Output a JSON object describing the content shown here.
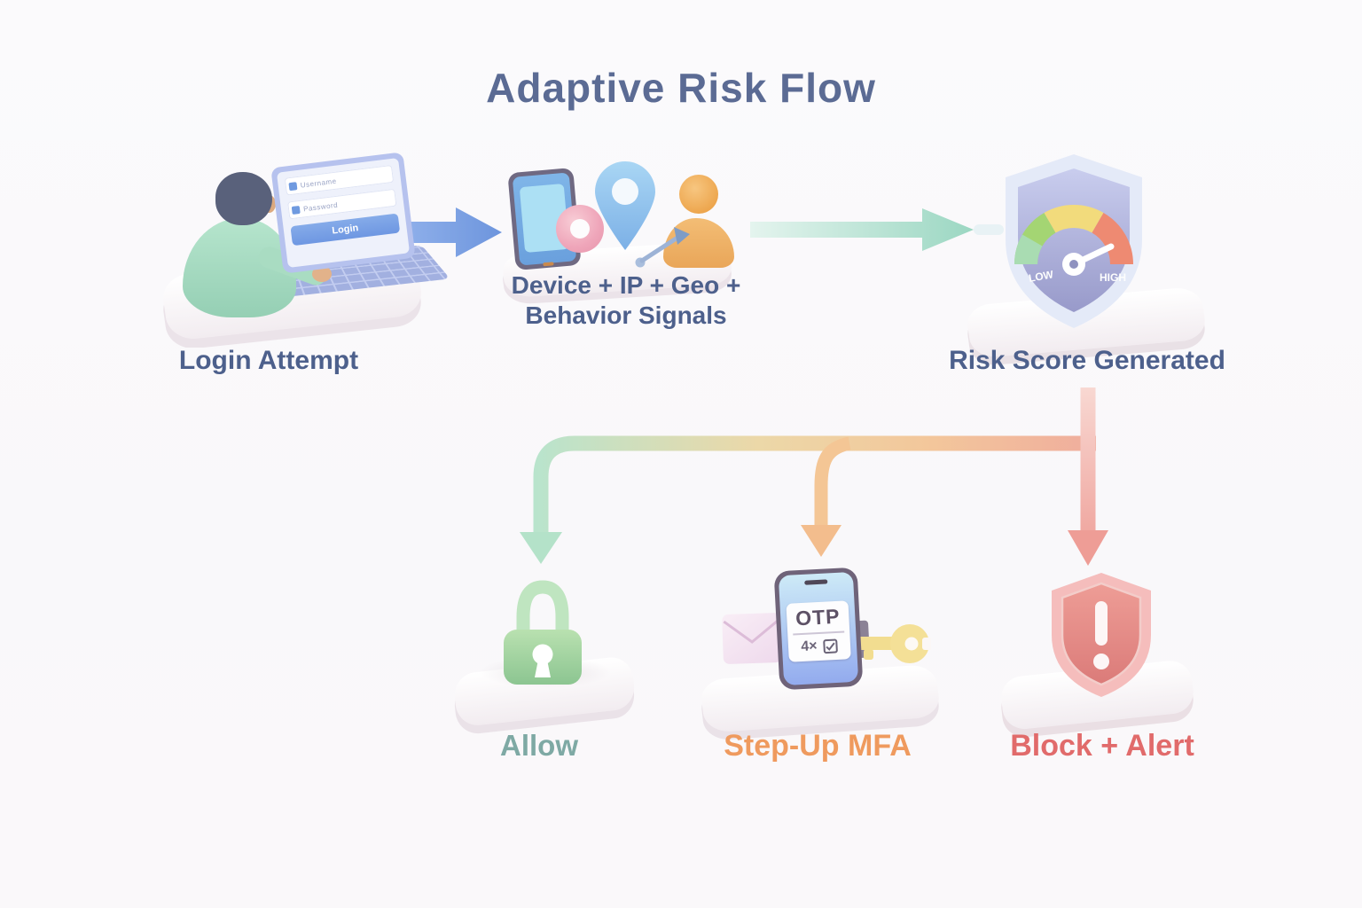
{
  "title": "Adaptive Risk Flow",
  "flow": {
    "login": {
      "label": "Login Attempt",
      "screen": {
        "username": "Username",
        "password": "Password",
        "button": "Login"
      }
    },
    "signals": {
      "label_line1": "Device + IP + Geo +",
      "label_line2": "Behavior Signals"
    },
    "risk": {
      "label": "Risk Score Generated",
      "gauge_low": "LOW",
      "gauge_high": "HIGH"
    },
    "outcomes": {
      "allow": {
        "label": "Allow"
      },
      "mfa": {
        "label": "Step-Up MFA",
        "otp_title": "OTP",
        "otp_row": "4×"
      },
      "block": {
        "label": "Block + Alert"
      }
    }
  },
  "colors": {
    "title_text": "#5b6b94",
    "label_text": "#4d608c",
    "allow_text": "#7ea9a4",
    "mfa_text": "#ef9a5e",
    "block_text": "#e16b6b",
    "arrow_blue": "#7aa2e4",
    "arrow_teal": "#9bd7c2",
    "branch_green": "#b4e2c9",
    "branch_orange": "#f3bd8d",
    "branch_red": "#ee9d96",
    "lock_green": "#9ccf92",
    "shield_lavender": "#a9abd6",
    "alert_red": "#e88f8b",
    "gauge_green": "#a4d573",
    "gauge_yellow": "#f2db7c",
    "gauge_red": "#ee8a72"
  }
}
